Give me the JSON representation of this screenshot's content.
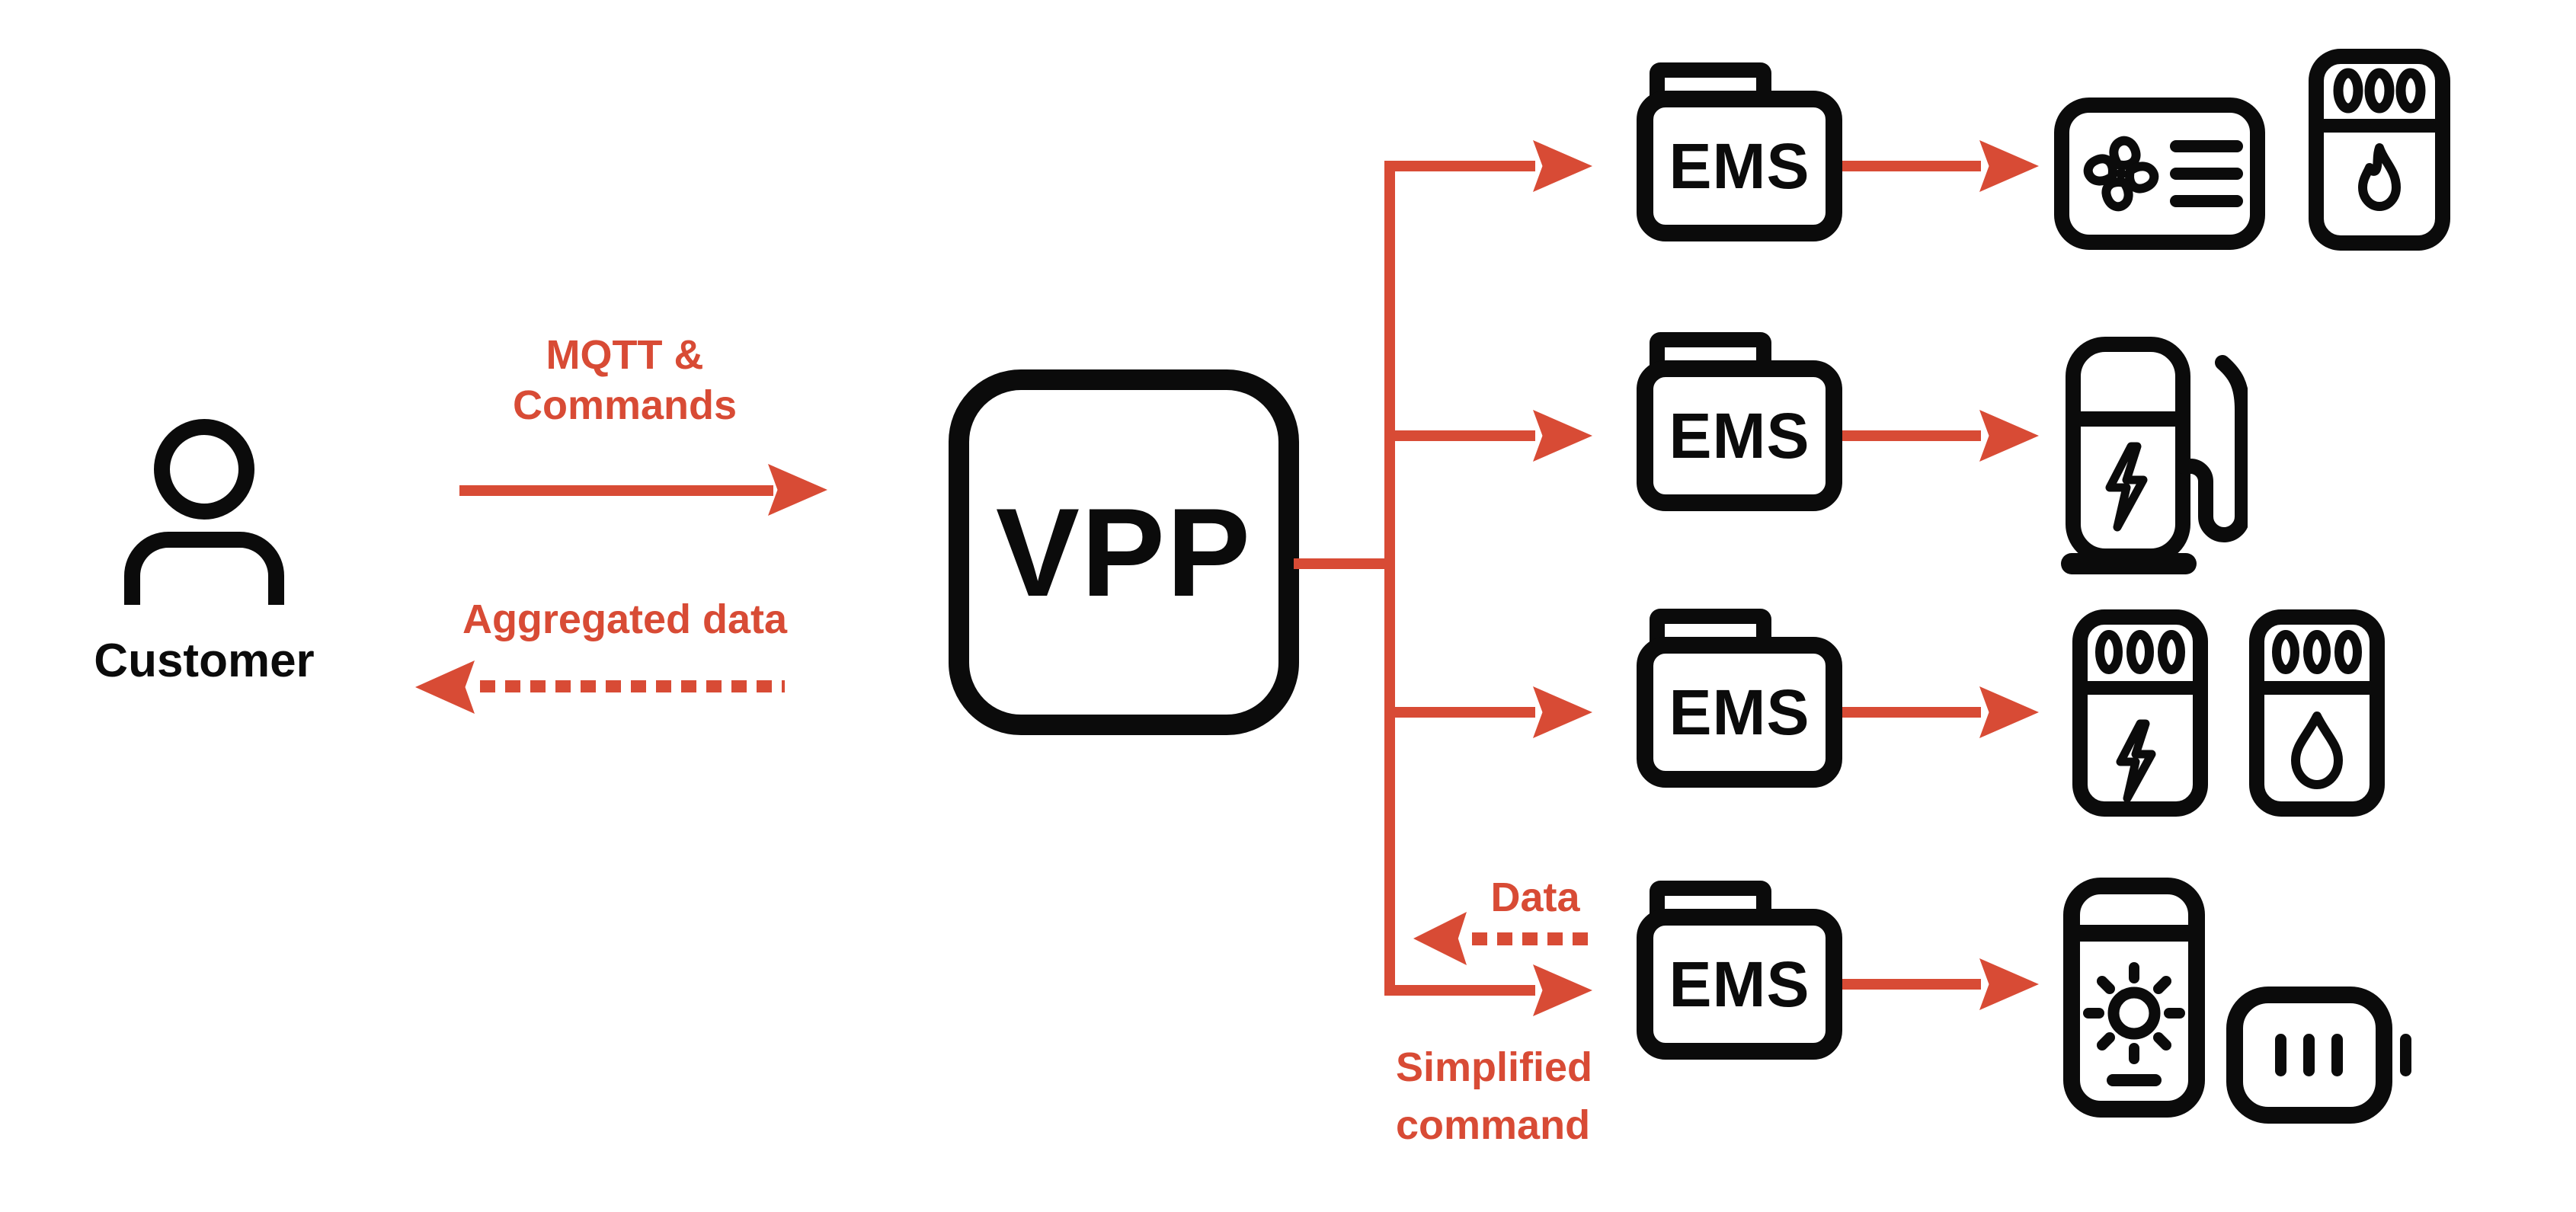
{
  "title": "VPP aggregation architecture diagram",
  "colors": {
    "accent": "#D84B35",
    "ink": "#0B0B0B",
    "background": "#FFFFFF"
  },
  "customer": {
    "label": "Customer",
    "icon": "person-icon"
  },
  "vpp": {
    "label": "VPP"
  },
  "links": {
    "customer_to_vpp": {
      "label_line1": "MQTT &",
      "label_line2": "Commands",
      "style": "solid",
      "direction": "right"
    },
    "vpp_to_customer": {
      "label": "Aggregated data",
      "style": "dotted",
      "direction": "left"
    },
    "ems_to_vpp_data": {
      "label": "Data",
      "style": "dotted",
      "direction": "left"
    },
    "vpp_to_ems_command": {
      "label_line1": "Simplified",
      "label_line2": "command",
      "style": "solid",
      "direction": "right"
    }
  },
  "ems_units": [
    {
      "label": "EMS"
    },
    {
      "label": "EMS"
    },
    {
      "label": "EMS"
    },
    {
      "label": "EMS"
    }
  ],
  "rows": [
    {
      "devices": [
        "hvac-fan-unit-icon",
        "gas-heater-icon"
      ]
    },
    {
      "devices": [
        "ev-charger-icon"
      ]
    },
    {
      "devices": [
        "electric-heater-icon",
        "water-heater-icon"
      ]
    },
    {
      "devices": [
        "solar-inverter-icon",
        "home-battery-icon"
      ]
    }
  ]
}
